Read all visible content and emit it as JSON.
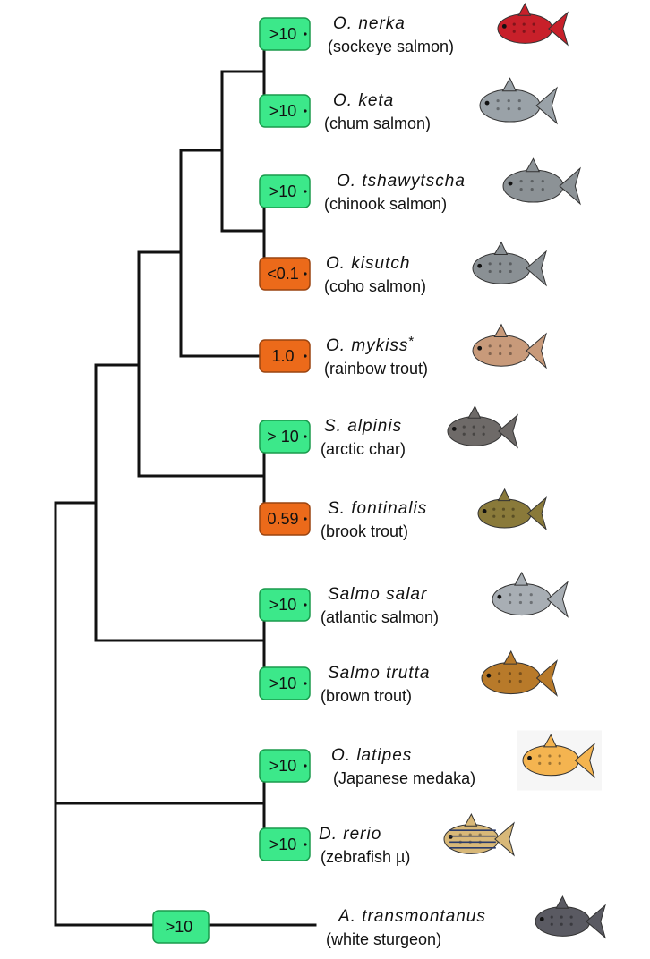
{
  "colors": {
    "high": "#3ce88a",
    "high_border": "#1a9a4c",
    "low": "#ec6a1a",
    "low_border": "#9a4410",
    "line": "#111111"
  },
  "taxa": [
    {
      "id": "nerka",
      "scientific": "O. nerka",
      "common": "(sockeye salmon)",
      "value": ">10",
      "level": "high",
      "fish_color": "#c8202a"
    },
    {
      "id": "keta",
      "scientific": "O. keta",
      "common": "(chum salmon)",
      "value": ">10",
      "level": "high",
      "fish_color": "#9aa2a8"
    },
    {
      "id": "tshawytscha",
      "scientific": "O. tshawytscha",
      "common": "(chinook salmon)",
      "value": ">10",
      "level": "high",
      "fish_color": "#8c9296"
    },
    {
      "id": "kisutch",
      "scientific": "O. kisutch",
      "common": "(coho salmon)",
      "value": "<0.1",
      "level": "low",
      "fish_color": "#8a9094"
    },
    {
      "id": "mykiss",
      "scientific": "O. mykiss",
      "scientific_mark": "*",
      "common": "(rainbow trout)",
      "value": "1.0",
      "level": "low",
      "fish_color": "#c89a7a"
    },
    {
      "id": "alpinis",
      "scientific": "S. alpinis",
      "common": "(arctic char)",
      "value": "> 10",
      "level": "high",
      "fish_color": "#6e6a68"
    },
    {
      "id": "fontinalis",
      "scientific": "S. fontinalis",
      "common": "(brook trout)",
      "value": "0.59",
      "level": "low",
      "fish_color": "#8a7a3a"
    },
    {
      "id": "salar",
      "scientific": "Salmo salar",
      "common": "(atlantic salmon)",
      "value": ">10",
      "level": "high",
      "fish_color": "#a8aeb4"
    },
    {
      "id": "trutta",
      "scientific": "Salmo trutta",
      "common": "(brown trout)",
      "value": ">10",
      "level": "high",
      "fish_color": "#b87a2a"
    },
    {
      "id": "latipes",
      "scientific": "O. latipes",
      "common": "(Japanese medaka)",
      "value": ">10",
      "level": "high",
      "fish_color": "#f4b450"
    },
    {
      "id": "rerio",
      "scientific": "D. rerio",
      "common": "(zebrafish µ)",
      "value": ">10",
      "level": "high",
      "fish_color": "#d8b878"
    },
    {
      "id": "transmontanus",
      "scientific": "A. transmontanus",
      "common": "(white sturgeon)",
      "value": ">10",
      "level": "high",
      "fish_color": "#5a5a62"
    }
  ]
}
